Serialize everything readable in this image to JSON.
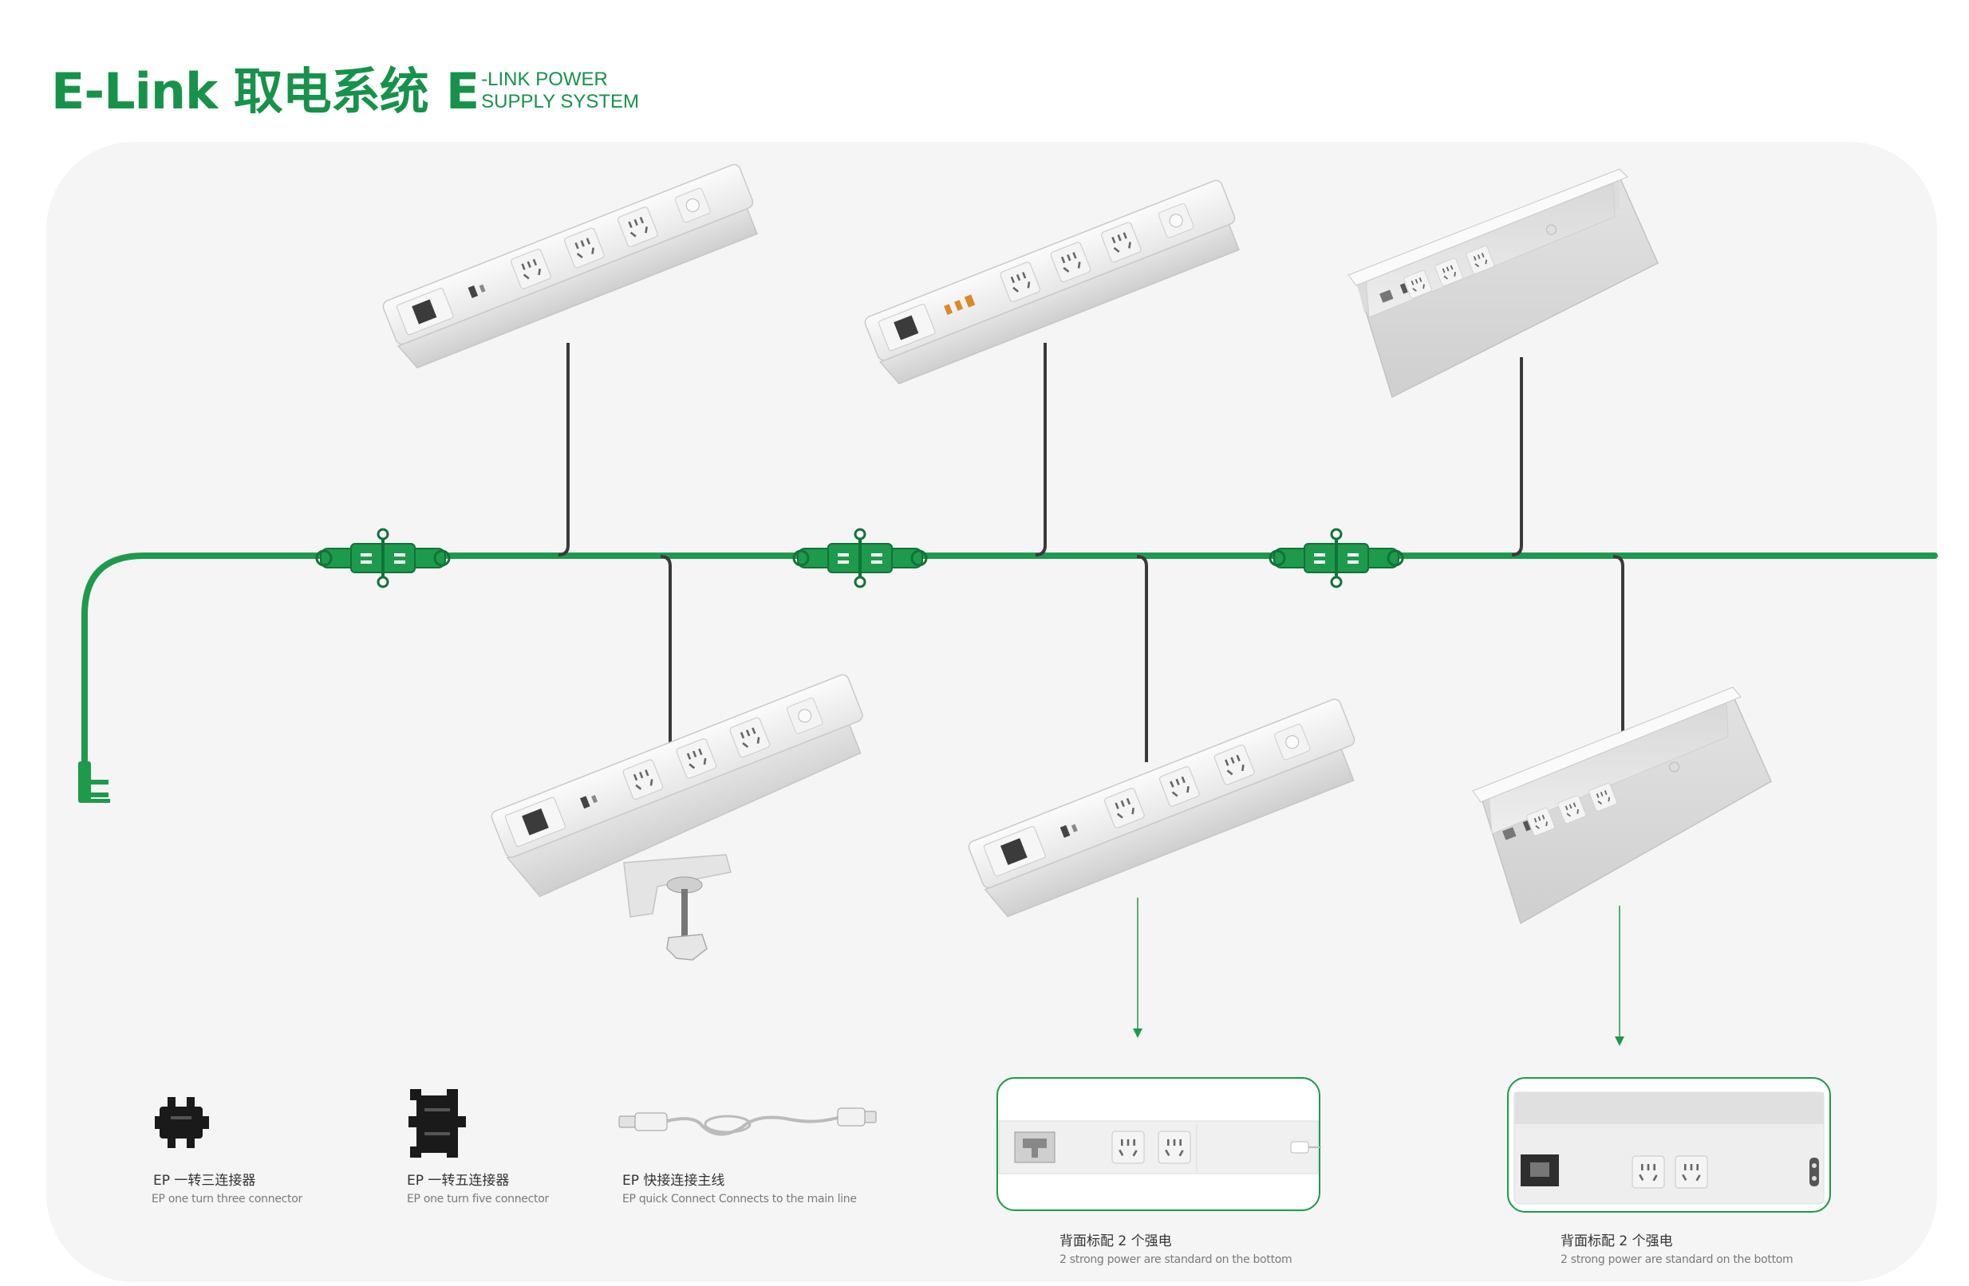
{
  "header": {
    "title_cn": "E-Link 取电系统",
    "title_e": "E",
    "title_en_line1": "-LINK POWER",
    "title_en_line2": "SUPPLY SYSTEM"
  },
  "colors": {
    "accent": "#17924a",
    "panel_background": "#f5f5f5",
    "device_body": "#e9e9e9",
    "cable_dark": "#3a3a3a"
  },
  "components": [
    {
      "cn": "EP 一转三连接器",
      "en": "EP one turn three connector",
      "icon": "three-way-connector-icon"
    },
    {
      "cn": "EP 一转五连接器",
      "en": "EP one turn five connector",
      "icon": "five-way-connector-icon"
    },
    {
      "cn": "EP 快接连接主线",
      "en": "EP quick Connect Connects to the main line",
      "icon": "quick-connect-cable-icon"
    }
  ],
  "bottom_views": [
    {
      "cn": "背面标配 2 个强电",
      "en": "2 strong power are standard on the bottom"
    },
    {
      "cn": "背面标配 2 个强电",
      "en": "2 strong power are standard on the bottom"
    }
  ],
  "devices": [
    {
      "id": "strip-top-1",
      "type": "pop-up power strip"
    },
    {
      "id": "strip-top-2",
      "type": "pop-up power strip with fast charge"
    },
    {
      "id": "box-top-3",
      "type": "desktop power box"
    },
    {
      "id": "strip-bottom-1",
      "type": "clamp-mounted power strip"
    },
    {
      "id": "strip-bottom-2",
      "type": "pop-up power strip"
    },
    {
      "id": "box-bottom-3",
      "type": "desktop power box"
    }
  ]
}
